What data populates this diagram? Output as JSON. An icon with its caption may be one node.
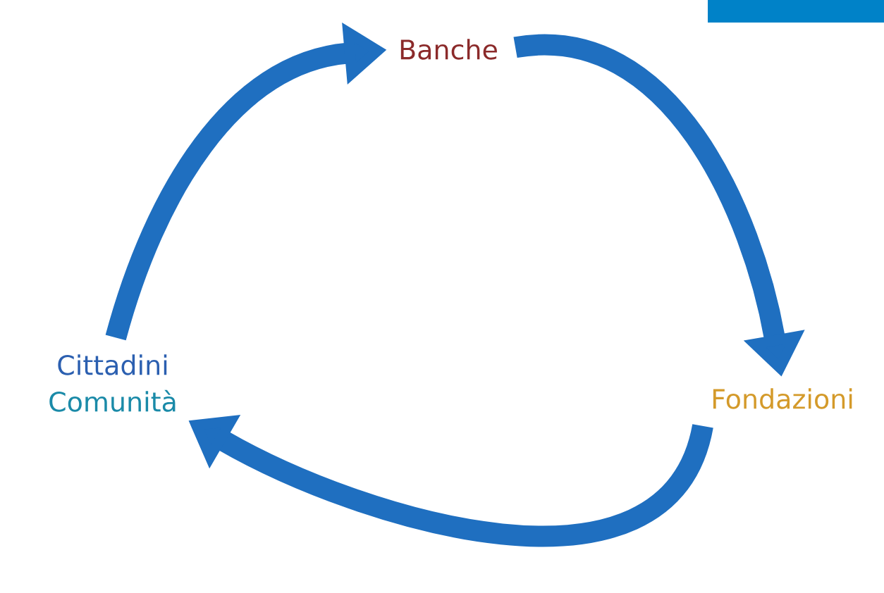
{
  "diagram": {
    "nodes": [
      {
        "text": [
          "Banche"
        ]
      },
      {
        "text": [
          "Fondazioni"
        ]
      },
      {
        "text": [
          "Cittadini",
          "Comunità"
        ]
      }
    ],
    "edges": [
      {
        "from": 0,
        "to": 1,
        "arrow": "to"
      },
      {
        "from": 1,
        "to": 2,
        "arrow": "to"
      },
      {
        "from": 2,
        "to": 0,
        "arrow": "to"
      }
    ]
  }
}
